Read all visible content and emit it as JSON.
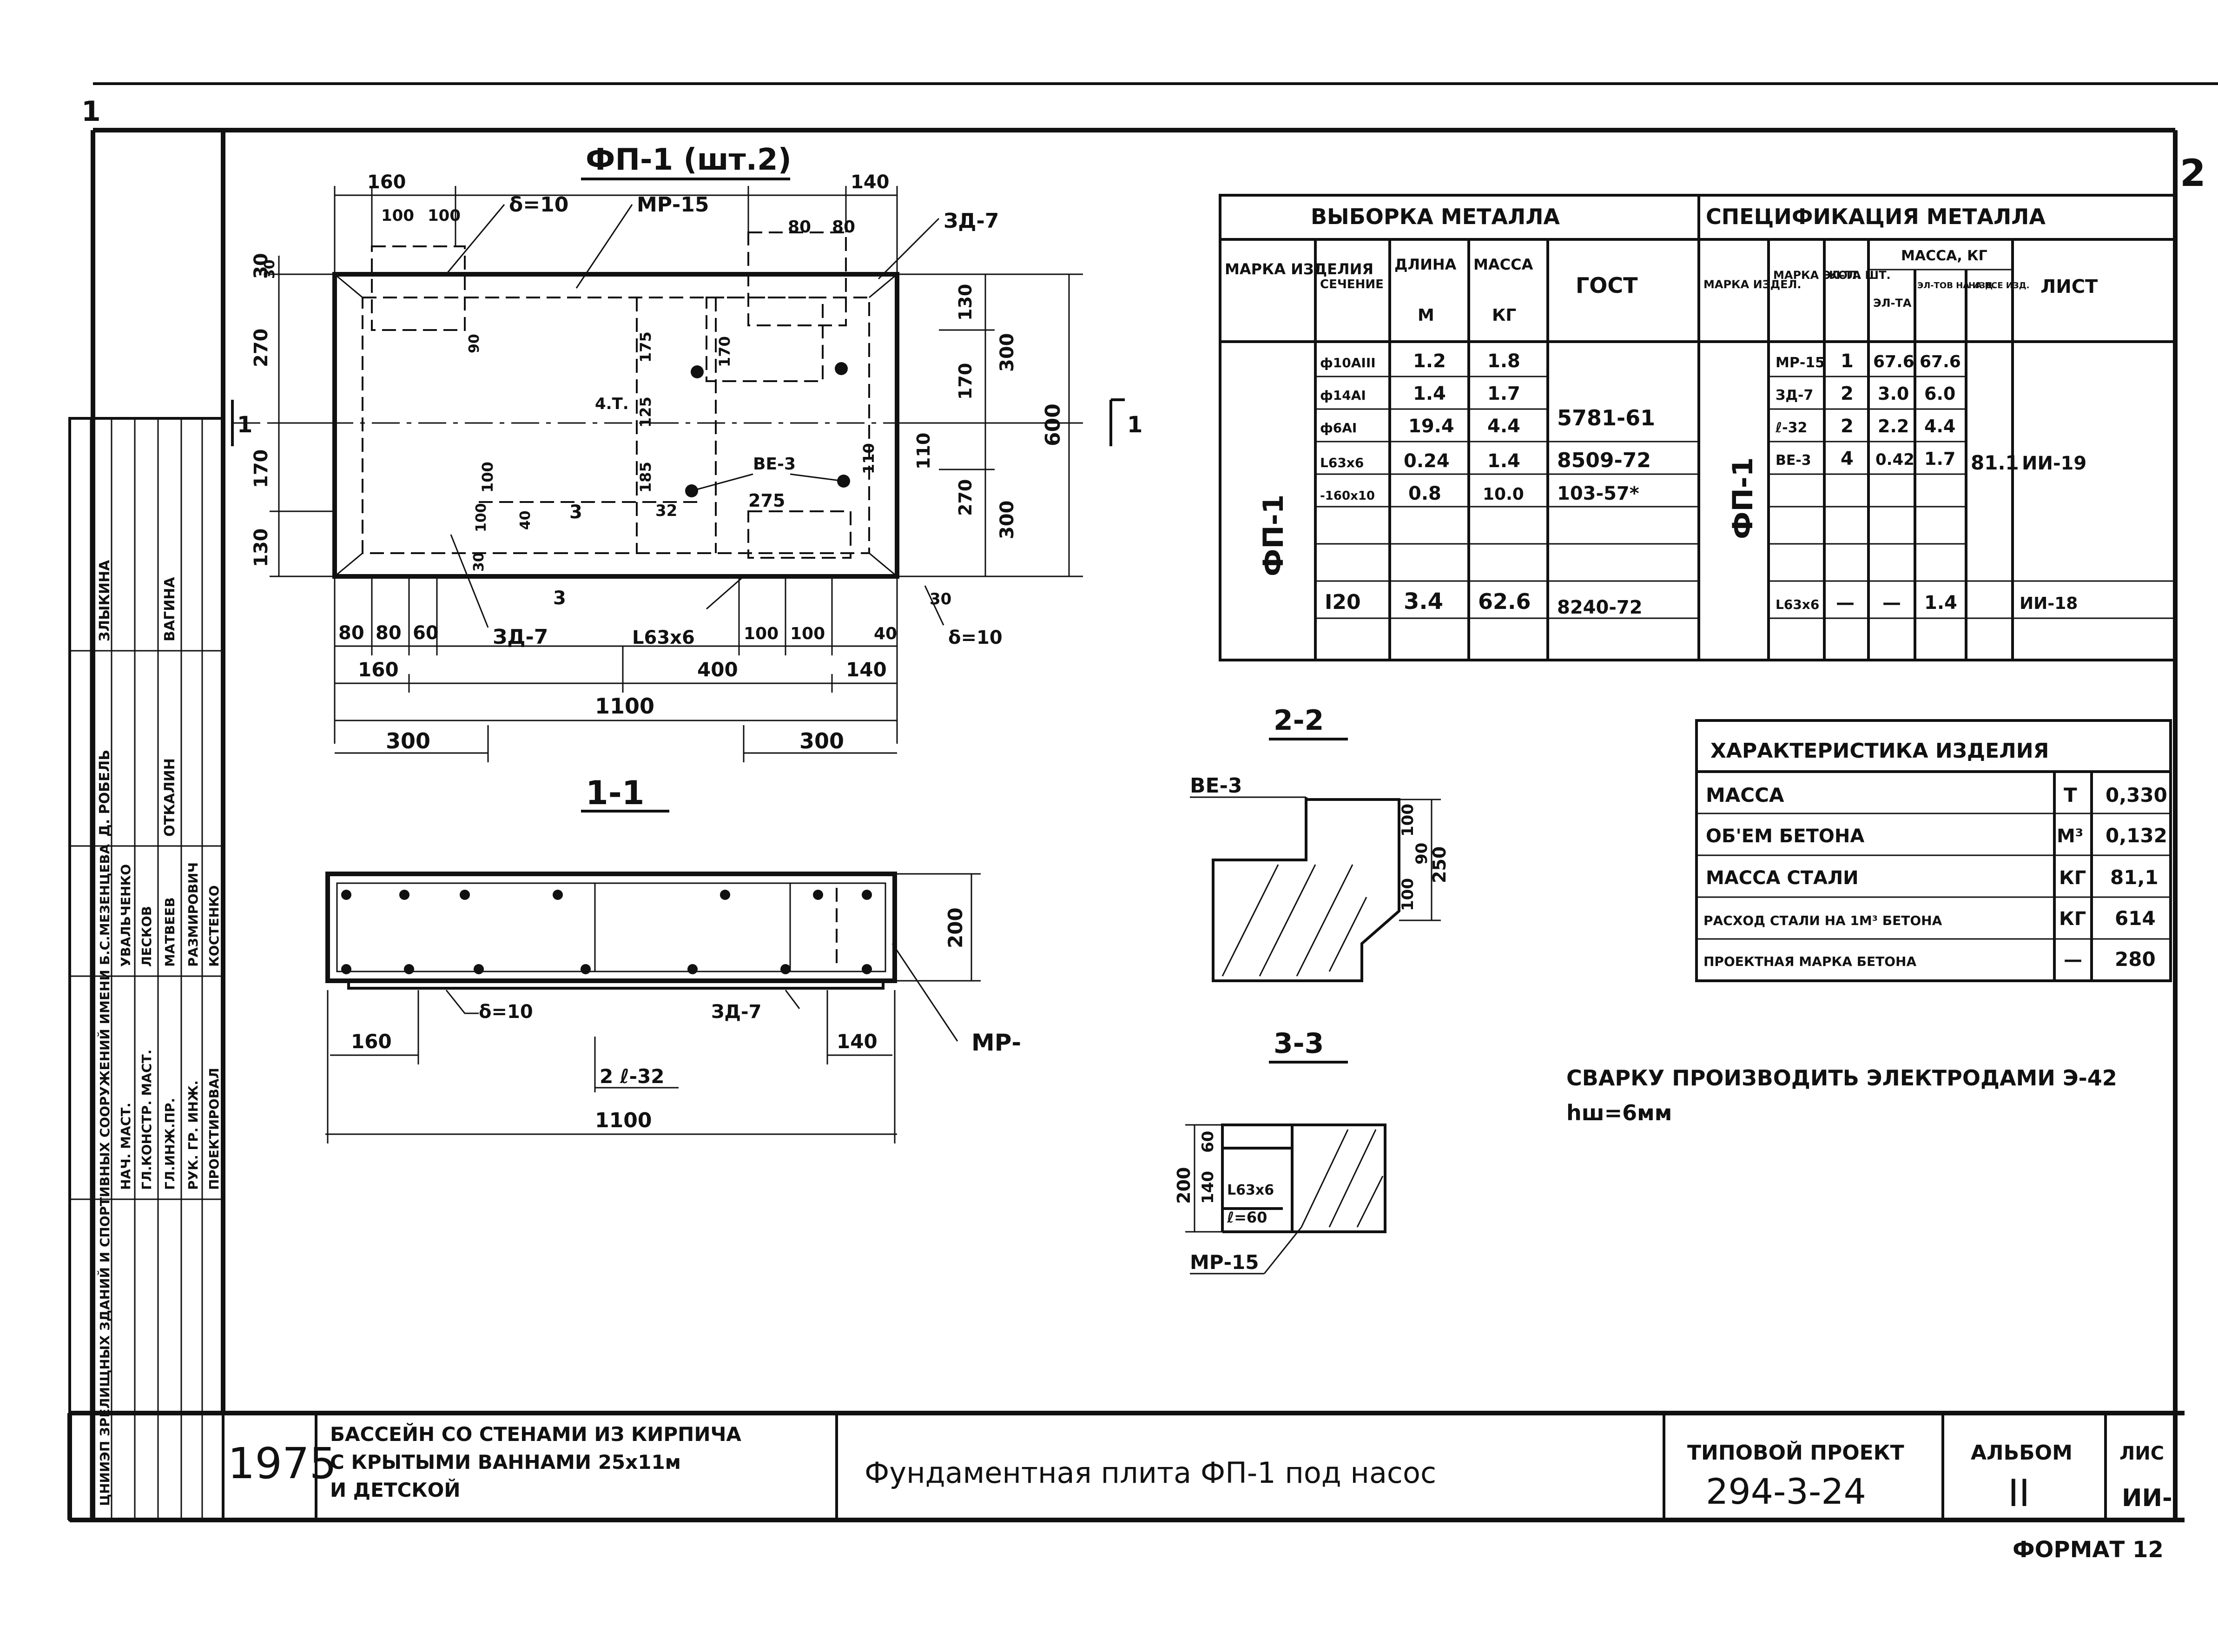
{
  "page": {
    "sheet_number": "1",
    "sheet_index": "2",
    "format_label": "ФОРМАТ 12"
  },
  "plan": {
    "title": "ФП-1 (шт.2)",
    "tags": {
      "weld_top": "δ=10",
      "mesh": "МР-15",
      "anchor_tr": "ЗД-7",
      "bar_center": "ВЕ-3",
      "anchor_bl": "ЗД-7",
      "angle": "L63х6",
      "weld_br": "δ=10",
      "axis": "4.Т.",
      "n30": "30",
      "n32": "32"
    },
    "top_dims": [
      "160",
      "100",
      "100",
      "80",
      "80",
      "140"
    ],
    "left_dims": [
      "30",
      "270",
      "170",
      "130"
    ],
    "right_dims": [
      "130",
      "170",
      "110",
      "270",
      "300",
      "600",
      "300"
    ],
    "inner_dims": [
      "175",
      "125",
      "185",
      "170",
      "275",
      "100",
      "40",
      "90",
      "100",
      "110",
      "30",
      "30"
    ],
    "bottom_row1": [
      "80",
      "80",
      "60",
      "100",
      "100",
      "40"
    ],
    "bottom_row2": [
      "160",
      "400",
      "140"
    ],
    "total": "1100",
    "halves": [
      "300",
      "300"
    ],
    "cut_marks": [
      "1",
      "1",
      "3",
      "3"
    ]
  },
  "section11": {
    "title": "1-1",
    "tags": {
      "weld": "δ=10",
      "anchor": "ЗД-7",
      "bars": "2 ℓ-32",
      "mesh": "МР-"
    },
    "dims": {
      "left": "160",
      "right": "140",
      "height": "200",
      "total": "1100"
    }
  },
  "section22": {
    "title": "2-2",
    "tag": "ВЕ-3",
    "dims": [
      "100",
      "90",
      "250",
      "100"
    ]
  },
  "section33": {
    "title": "3-3",
    "tags": {
      "angle": "L63х6",
      "len": "ℓ=60",
      "mesh": "МР-15"
    },
    "dims": [
      "60",
      "140",
      "200"
    ]
  },
  "metal_sample": {
    "title": "ВЫБОРКА МЕТАЛЛА",
    "headers": [
      "МАРКА ИЗДЕЛИЯ",
      "СЕЧЕНИЕ",
      "ДЛИНА",
      "МАССА",
      "ГОСТ"
    ],
    "units": [
      "М",
      "КГ"
    ],
    "mark": "ФП-1",
    "rows": [
      [
        "ф10АIII",
        "1.2",
        "1.8",
        ""
      ],
      [
        "ф14АI",
        "1.4",
        "1.7",
        "5781-61"
      ],
      [
        "ф6АI",
        "19.4",
        "4.4",
        ""
      ],
      [
        "L63х6",
        "0.24",
        "1.4",
        "8509-72"
      ],
      [
        "-160х10",
        "0.8",
        "10.0",
        "103-57*"
      ],
      [
        "I20",
        "3.4",
        "62.6",
        "8240-72"
      ]
    ]
  },
  "metal_spec": {
    "title": "СПЕЦИФИКАЦИЯ МЕТАЛЛА",
    "headers": [
      "МАРКА ИЗДЕЛ.",
      "МАРКА ЭЛ-ТА",
      "КОЛ. ШТ.",
      "МАССА, КГ",
      "ЛИСТ"
    ],
    "mass_sub": [
      "ЭЛ-ТА",
      "ЭЛ-ТОВ НА ИЗД.",
      "НА ВСЕ ИЗД."
    ],
    "mark": "ФП-1",
    "rows": [
      [
        "МР-15",
        "1",
        "67.6",
        "67.6"
      ],
      [
        "ЗД-7",
        "2",
        "3.0",
        "6.0"
      ],
      [
        "ℓ-32",
        "2",
        "2.2",
        "4.4"
      ],
      [
        "ВЕ-3",
        "4",
        "0.42",
        "1.7"
      ],
      [
        "L63х6",
        "—",
        "—",
        "1.4"
      ]
    ],
    "total": "81.1",
    "sheets": [
      "ИИ-19",
      "ИИ-18"
    ]
  },
  "characteristics": {
    "title": "ХАРАКТЕРИСТИКА ИЗДЕЛИЯ",
    "rows": [
      [
        "МАССА",
        "Т",
        "0,330"
      ],
      [
        "ОБ'ЕМ БЕТОНА",
        "М³",
        "0,132"
      ],
      [
        "МАССА СТАЛИ",
        "КГ",
        "81,1"
      ],
      [
        "РАСХОД СТАЛИ НА 1М³ БЕТОНА",
        "КГ",
        "614"
      ],
      [
        "ПРОЕКТНАЯ МАРКА БЕТОНА",
        "—",
        "280"
      ]
    ]
  },
  "note": {
    "line1": "СВАРКУ ПРОИЗВОДИТЬ ЭЛЕКТРОДАМИ Э-42",
    "line2": "hш=6мм"
  },
  "side_stamp": {
    "org": "ЦНИИЭП ЗРЕЛИЩНЫХ ЗДАНИЙ И СПОРТИВНЫХ СООРУЖЕНИЙ ИМЕНИ Б.С.МЕЗЕНЦЕВА",
    "roles": [
      "НАЧ. МАСТ.",
      "ГЛ.КОНСТР. МАСТ.",
      "ГЛ.ИНЖ.ПР.",
      "РУК. ГР. ИНЖ.",
      "ПРОЕКТИРОВАЛ"
    ],
    "names": [
      "УВАЛЬЧЕНКО",
      "ЛЕСКОВ",
      "МАТВЕЕВ",
      "РАЗМИРОВИЧ",
      "КОСТЕНКО"
    ],
    "extra": [
      "Д. РОБЕЛЬ",
      "ОТКАЛИН",
      "ЗЛЫКИНА",
      "ВАГИНА"
    ]
  },
  "title_block": {
    "year": "1975",
    "project_desc": [
      "БАССЕЙН СО СТЕНАМИ ИЗ КИРПИЧА",
      "С КРЫТЫМИ ВАННАМИ 25х11м",
      "И ДЕТСКОЙ"
    ],
    "sheet_title": "Фундаментная плита ФП-1 под насос",
    "type_label": "ТИПОВОЙ ПРОЕКТ",
    "type_value": "294-3-24",
    "album_label": "АЛЬБОМ",
    "album_value": "II",
    "sheet_label": "ЛИС",
    "sheet_value": "ИИ-"
  }
}
